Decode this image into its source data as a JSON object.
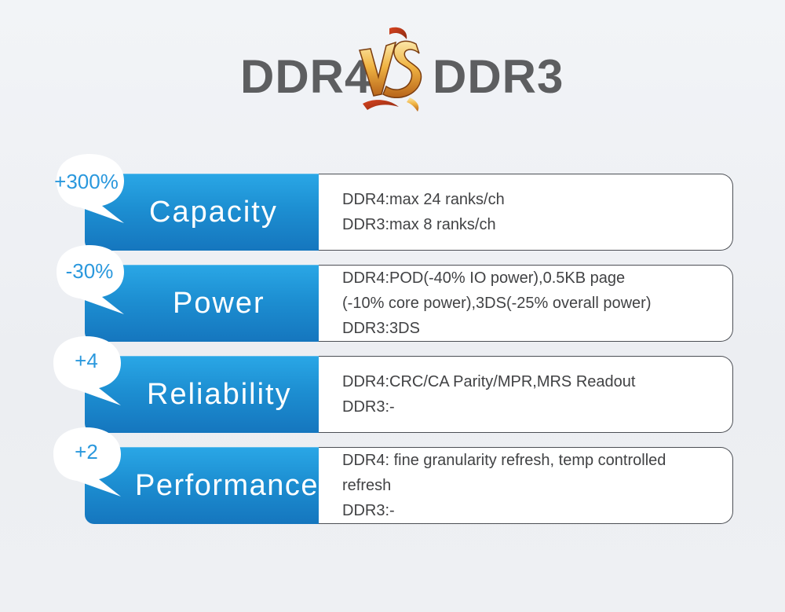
{
  "header": {
    "left_title": "DDR4",
    "right_title": "DDR3",
    "vs_logo_icon": "vs-logo-icon"
  },
  "colors": {
    "accent_blue": "#1d8fd2",
    "bubble_text": "#2a98dd",
    "title_gray": "#5d5e60",
    "vs_gold": "#e8a531"
  },
  "rows": [
    {
      "badge": "+300%",
      "category": "Capacity",
      "lines": [
        "DDR4:max 24 ranks/ch",
        "DDR3:max 8 ranks/ch"
      ]
    },
    {
      "badge": "-30%",
      "category": "Power",
      "lines": [
        "DDR4:POD(-40% IO power),0.5KB page",
        "(-10% core power),3DS(-25%  overall power)",
        "DDR3:3DS"
      ]
    },
    {
      "badge": "+4",
      "category": "Reliability",
      "lines": [
        "DDR4:CRC/CA Parity/MPR,MRS Readout",
        "DDR3:-"
      ]
    },
    {
      "badge": "+2",
      "category": "Performance",
      "lines": [
        "DDR4: fine  granularity refresh, temp controlled",
        "refresh",
        "DDR3:-"
      ]
    }
  ]
}
